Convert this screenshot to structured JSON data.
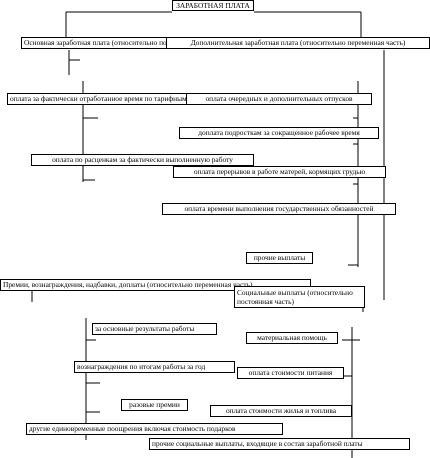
{
  "title": "ЗАРАБОТНАЯ ПЛАТА",
  "basic_salary": "Основная заработная плата (относительно постоянная часть)",
  "additional_salary": "Дополнительная заработная плата (относительно переменная часть)",
  "basic_items": [
    "оплата за фактически отработанное время по тарифным ставкам",
    "оплата по расценкам за фактически выполненную работу"
  ],
  "additional_items": [
    "оплата очередных и дополнительных отпусков",
    "доплата подросткам за сокращенное рабочее время",
    "оплата перерывов в работе матерей, кормящих грудью",
    "оплата времени выполнения государственных обязанностей",
    "прочие выплаты"
  ],
  "bonuses": "Премии, вознаграждения, надбавки, доплаты  (относительно переменная часть)",
  "social_payments": "Социальные выплаты (относительно постоянная часть)",
  "bonus_items": [
    "за основные результаты работы",
    "вознаграждения по итогам работы за год",
    "разовые премии",
    "другие единовременные поощрения включая стоимость подарков"
  ],
  "social_items": [
    "материальная помощь",
    "оплата стоимости питания",
    "оплата стоимости жилья и топлива",
    "прочие социальные выплаты, входящие в состав заработной платы"
  ]
}
